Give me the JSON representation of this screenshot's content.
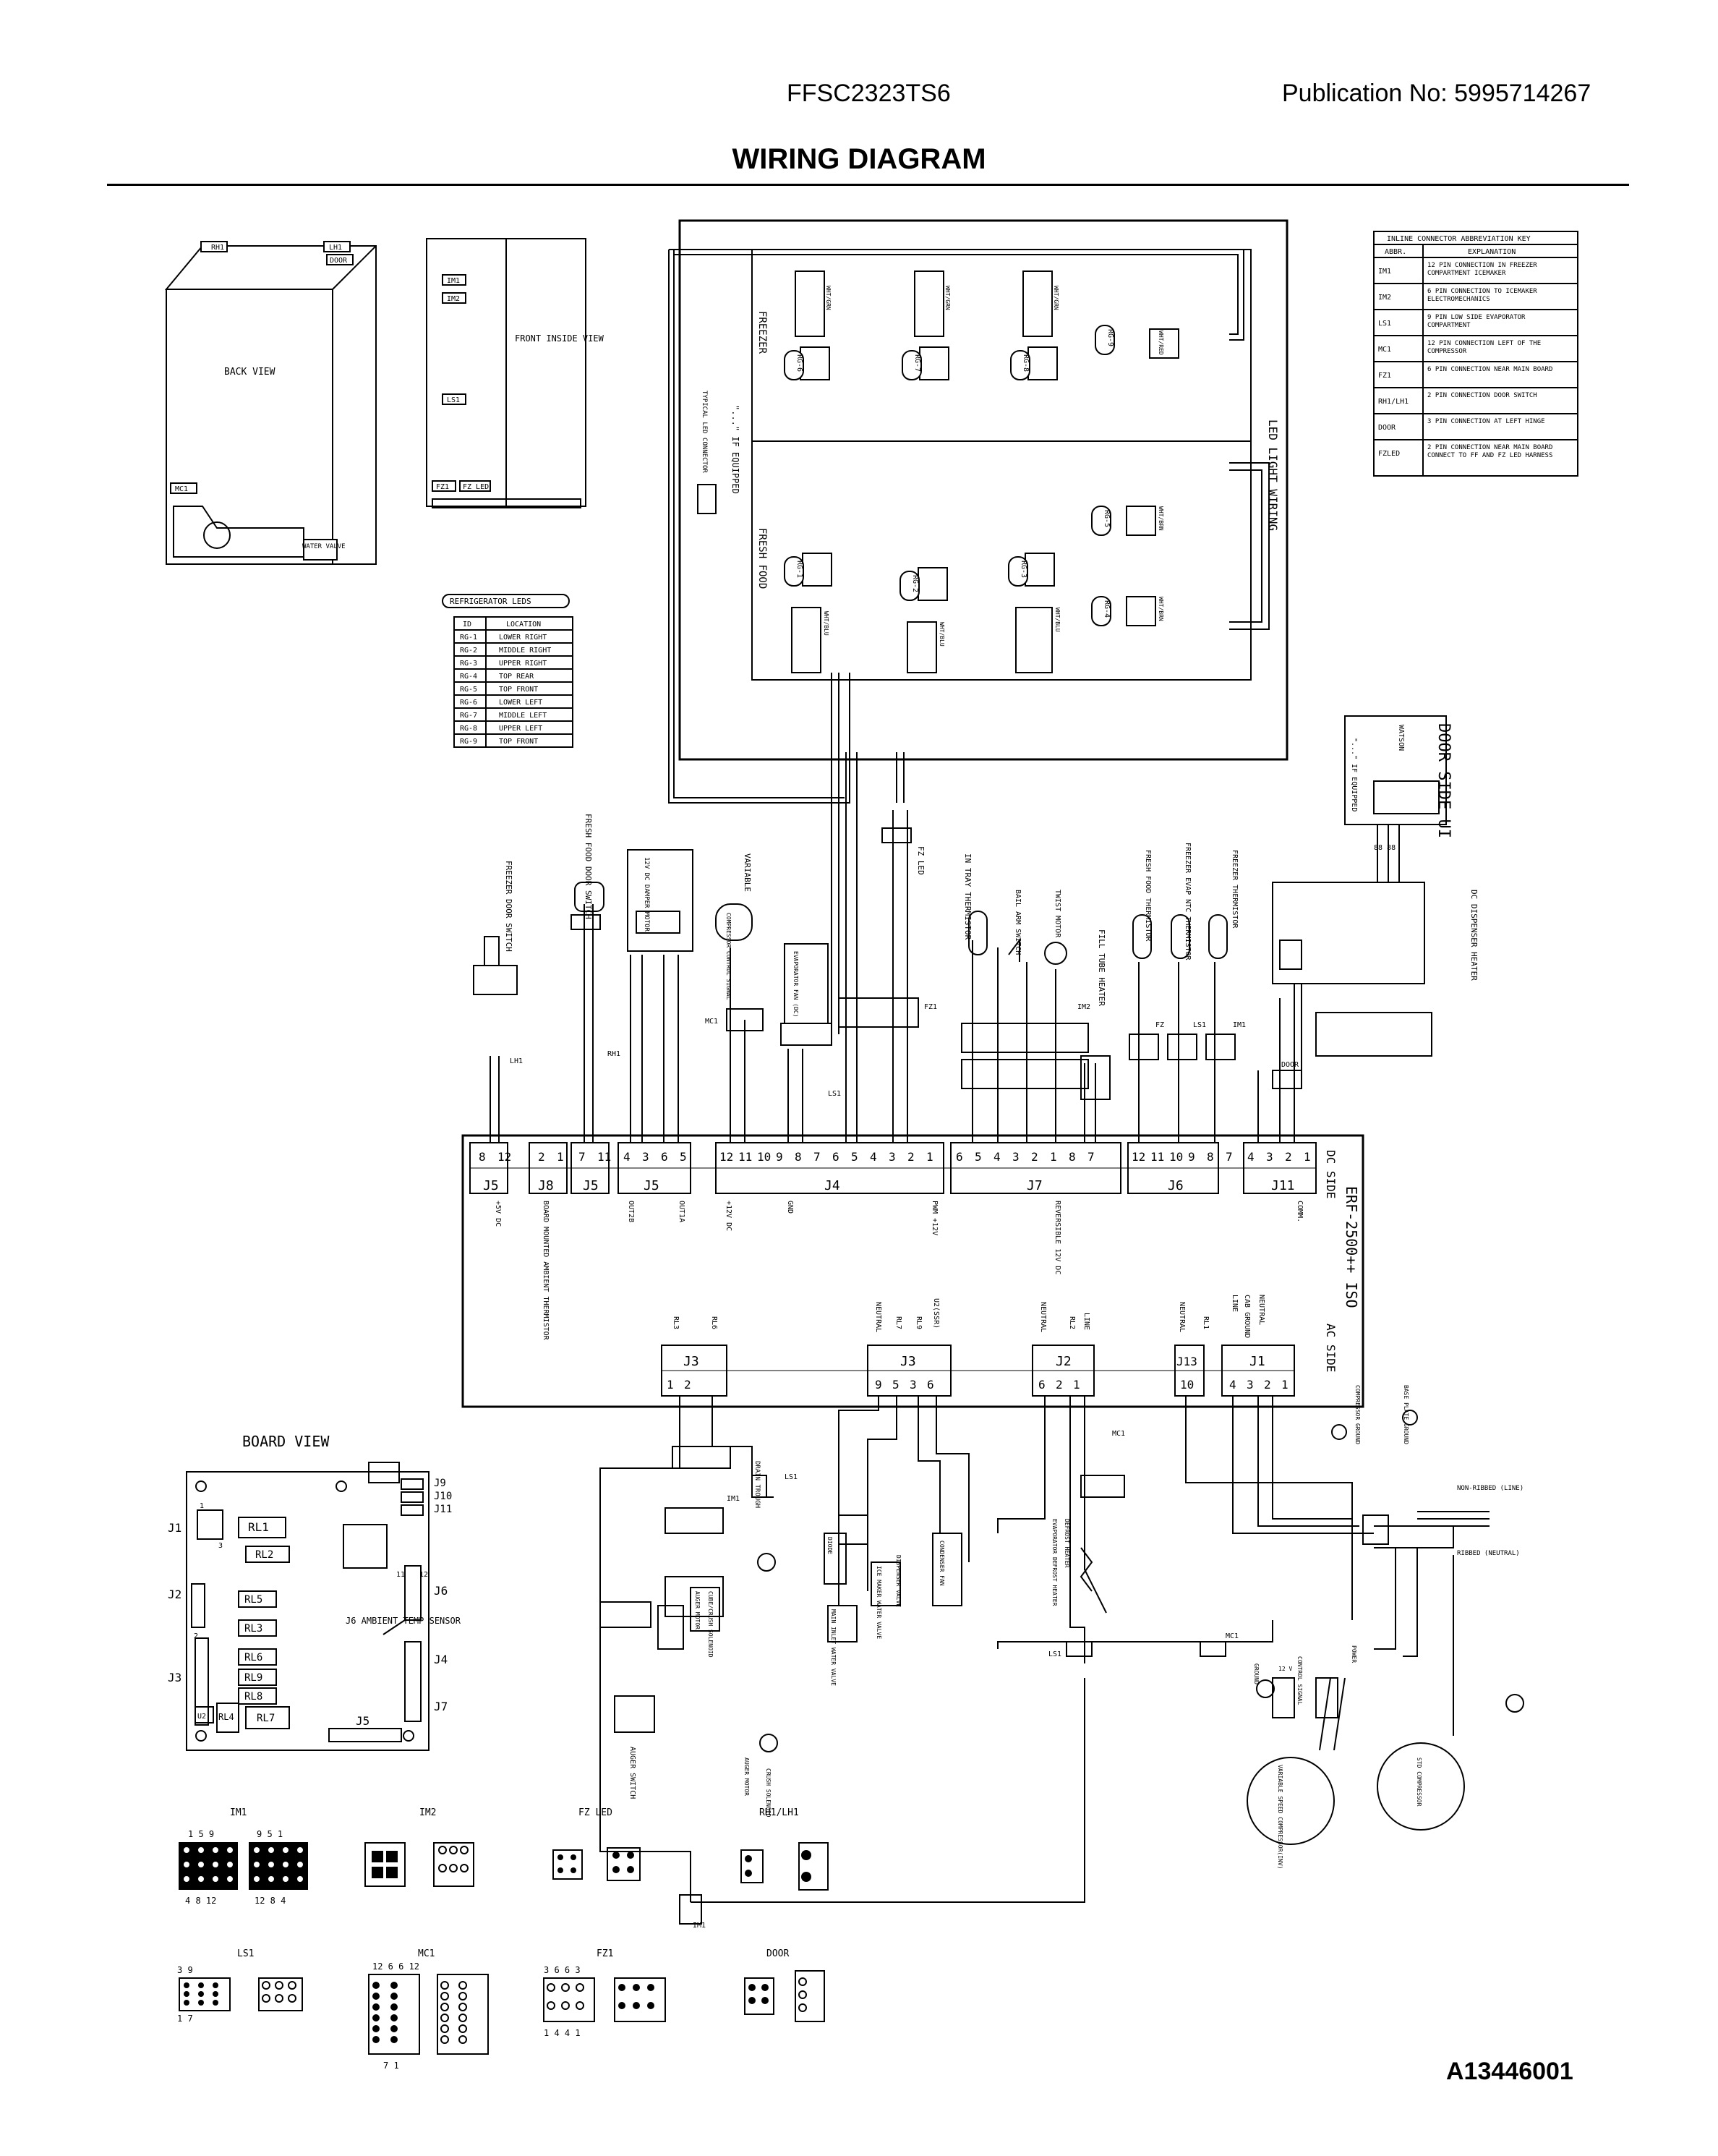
{
  "header": {
    "model": "FFSC2323TS6",
    "publication": "Publication No:  5995714267",
    "title": "WIRING DIAGRAM",
    "doc_code": "A13446001"
  },
  "views": {
    "back_view": "BACK VIEW",
    "front_inside_view": "FRONT INSIDE VIEW",
    "rh1": "RH1",
    "lh1": "LH1",
    "door": "DOOR",
    "mc1": "MC1",
    "water_valve": "WATER VALVE",
    "im1": "IM1",
    "im2": "IM2",
    "ls1": "LS1",
    "fz1": "FZ1",
    "fz_led": "FZ LED"
  },
  "abbrev_key": {
    "title": "INLINE CONNECTOR ABBREVIATION KEY",
    "head_abbr": "ABBR.",
    "head_expl": "EXPLANATION",
    "rows": [
      {
        "abbr": "IM1",
        "expl": "12 PIN CONNECTION IN FREEZER COMPARTMENT ICEMAKER"
      },
      {
        "abbr": "IM2",
        "expl": "6 PIN CONNECTION TO ICEMAKER ELECTROMECHANICS"
      },
      {
        "abbr": "LS1",
        "expl": "9 PIN LOW SIDE EVAPORATOR COMPARTMENT"
      },
      {
        "abbr": "MC1",
        "expl": "12 PIN CONNECTION LEFT OF THE COMPRESSOR"
      },
      {
        "abbr": "FZ1",
        "expl": "6 PIN CONNECTION NEAR MAIN BOARD"
      },
      {
        "abbr": "RH1/LH1",
        "expl": "2 PIN CONNECTION DOOR SWITCH"
      },
      {
        "abbr": "DOOR",
        "expl": "3 PIN CONNECTION AT LEFT HINGE"
      },
      {
        "abbr": "FZLED",
        "expl": "2 PIN CONNECTION NEAR MAIN BOARD CONNECT TO FF AND FZ LED HARNESS"
      }
    ]
  },
  "leds_table": {
    "title": "REFRIGERATOR LEDS",
    "head_id": "ID",
    "head_loc": "LOCATION",
    "rows": [
      {
        "id": "RG-1",
        "loc": "LOWER RIGHT"
      },
      {
        "id": "RG-2",
        "loc": "MIDDLE RIGHT"
      },
      {
        "id": "RG-3",
        "loc": "UPPER RIGHT"
      },
      {
        "id": "RG-4",
        "loc": "TOP REAR"
      },
      {
        "id": "RG-5",
        "loc": "TOP FRONT"
      },
      {
        "id": "RG-6",
        "loc": "LOWER LEFT"
      },
      {
        "id": "RG-7",
        "loc": "MIDDLE LEFT"
      },
      {
        "id": "RG-8",
        "loc": "UPPER LEFT"
      },
      {
        "id": "RG-9",
        "loc": "TOP FRONT"
      }
    ]
  },
  "led_section": {
    "freezer": "FREEZER",
    "fresh_food": "FRESH FOOD",
    "led_light_wiring": "LED LIGHT WIRING",
    "typical": "TYPICAL LED CONNECTOR",
    "if_equipped": "\"...\" IF EQUIPPED",
    "leds": [
      "RG-6",
      "RG-7",
      "RG-8",
      "RG-9",
      "RG-1",
      "RG-2",
      "RG-3",
      "RG-5",
      "RG-4"
    ],
    "wire1": "WHT/GRN",
    "wire2": "WHT/RED",
    "wire3": "WHT/BRN",
    "wire4": "WHT/BLU"
  },
  "components": {
    "freezer_door_switch": "FREEZER DOOR SWITCH",
    "fresh_food_door_switch": "FRESH FOOD DOOR SWITCH",
    "damper": "12V DC DAMPER MOTOR",
    "variable": "VARIABLE",
    "comp_fan": "COMPRESSOR CONTROL SIGNAL",
    "evap_fan": "EVAPORATOR FAN (DC)",
    "fz_led": "FZ LED",
    "in_tray": "IN TRAY THERMISTOR",
    "bail_arm": "BAIL ARM SWITCH",
    "twist_motor": "TWIST MOTOR",
    "fill_tube": "FILL TUBE HEATER",
    "ff_therm": "FRESH FOOD THERMISTOR",
    "fz_evap": "FREEZER EVAP NTC THERMISTOR",
    "fz_therm": "FREEZER THERMISTOR",
    "door_side_ui": "DOOR SIDE UI",
    "watson": "WATSON",
    "ui_if": "\"...\" IF EQUIPPED",
    "dc_heater": "DC DISPENSER HEATER",
    "im2": "IM2",
    "fz": "FZ",
    "ls1": "LS1",
    "im1": "IM1",
    "door": "DOOR",
    "lh1": "LH1",
    "rh1": "RH1",
    "mc1": "MC1",
    "fz1": "FZ1"
  },
  "board": {
    "name": "ERF-2500++ ISO",
    "dc_side": "DC SIDE",
    "ac_side": "AC SIDE",
    "j5a": "J5",
    "j8": "J8",
    "j5b": "J5",
    "j5c": "J5",
    "j4": "J4",
    "j7": "J7",
    "j6": "J6",
    "j11": "J11",
    "j3a": "J3",
    "j3b": "J3",
    "j2": "J2",
    "j13": "J13",
    "j1": "J1",
    "lbl_5vdc": "+5V DC",
    "lbl_board": "BOARD MOUNTED AMBIENT THERMISTOR",
    "lbl_out2b": "OUT2B",
    "lbl_out1a": "OUT1A",
    "lbl_12vdc": "+12V DC",
    "lbl_gnd": "GND",
    "lbl_pwm": "PWM +12V",
    "lbl_rev": "REVERSIBLE 12V DC",
    "lbl_comm": "COMM.",
    "lbl_rl3": "RL3",
    "lbl_rl6": "RL6",
    "lbl_neutral": "NEUTRAL",
    "lbl_rl7": "RL7",
    "lbl_rl9": "RL9",
    "lbl_u2": "U2(SSR)",
    "lbl_rl2": "RL2",
    "lbl_line": "LINE",
    "lbl_rl1": "RL1",
    "lbl_cab": "CAB GROUND"
  },
  "ac_parts": {
    "drain": "DRAIN TROUGH",
    "ls1": "LS1",
    "im1": "IM1",
    "mc1": "MC1",
    "fan": "CONDENSER FAN",
    "valve1": "ICE MAKER WATER VALVE",
    "valve2": "DISPENSER VALVE",
    "valve3": "MAIN INLET WATER VALVE",
    "diode": "DIODE",
    "def": "DEFROST HEATER",
    "evap": "EVAPORATOR DEFROST HEATER",
    "auger": "AUGER MOTOR",
    "cube": "CUBE/CRUSH SOLENOID",
    "crush": "CRUSH SOLENOID",
    "auger_sw": "AUGER SWITCH",
    "base": "BASE PLATE GROUND",
    "comp_gnd": "COMPRESSOR GROUND",
    "nonribbed": "NON-RIBBED (LINE)",
    "ribbed": "RIBBED (NEUTRAL)",
    "variable_comp": "VARIABLE SPEED COMPRESSOR(INV)",
    "std_comp": "STD COMPRESSOR",
    "control": "CONTROL SIGNAL",
    "power": "POWER",
    "ground": "GROUND",
    "v12": "12 V"
  },
  "board_view": {
    "title": "BOARD VIEW",
    "j1": "J1",
    "j2": "J2",
    "j3": "J3",
    "j4": "J4",
    "j5": "J5",
    "j6": "J6",
    "j7": "J7",
    "j9": "J9",
    "j10": "J10",
    "j11": "J11",
    "rl1": "RL1",
    "rl2": "RL2",
    "rl5": "RL5",
    "rl3": "RL3",
    "rl6": "RL6",
    "rl9": "RL9",
    "rl8": "RL8",
    "rl4": "RL4",
    "rl7": "RL7",
    "u2": "U2",
    "ambient": "J6 AMBIENT TEMP SENSOR",
    "n1": "1",
    "n3": "3",
    "n11": "11",
    "n12": "12",
    "n2": "2"
  },
  "connectors": {
    "im1": "IM1",
    "im2": "IM2",
    "fz_led": "FZ LED",
    "rh1lh1": "RH1/LH1",
    "ls1": "LS1",
    "mc1": "MC1",
    "fz1": "FZ1",
    "door": "DOOR",
    "im1_top": "1    5    9",
    "im1_top2": "9    5    1",
    "im1_bot": "4    8   12",
    "im1_bot2": "12   8    4",
    "ls1_top": "3         9",
    "ls1_bot": "1         7",
    "mc1_top": "12   6     6   12",
    "mc1_bot": "7  1",
    "fz1_top": "3    6   6    3",
    "fz1_bot": "1    4   4    1"
  }
}
